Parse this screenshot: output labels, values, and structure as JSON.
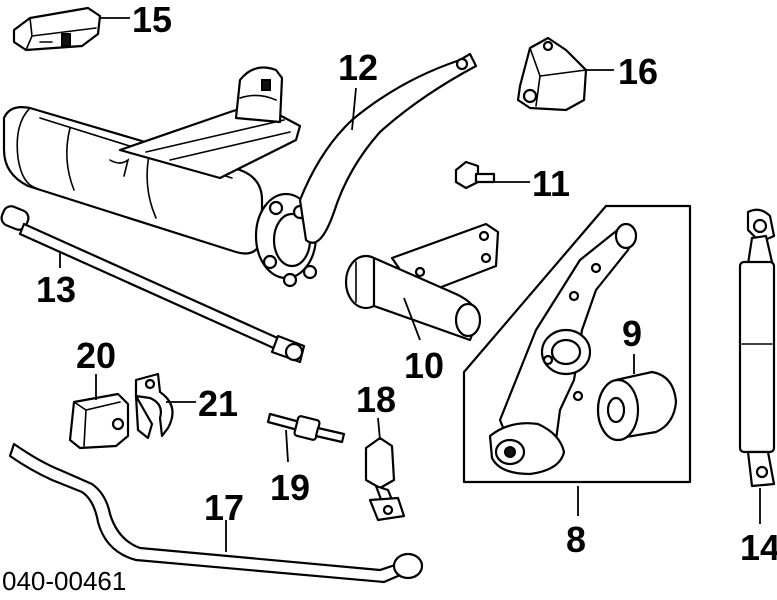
{
  "diagram_id": "040-00461",
  "callouts": {
    "c8": "8",
    "c9": "9",
    "c10": "10",
    "c11": "11",
    "c12": "12",
    "c13": "13",
    "c14": "14",
    "c15": "15",
    "c16": "16",
    "c17": "17",
    "c18": "18",
    "c19": "19",
    "c20": "20",
    "c21": "21"
  },
  "colors": {
    "ink": "#000000",
    "paper": "#ffffff"
  }
}
